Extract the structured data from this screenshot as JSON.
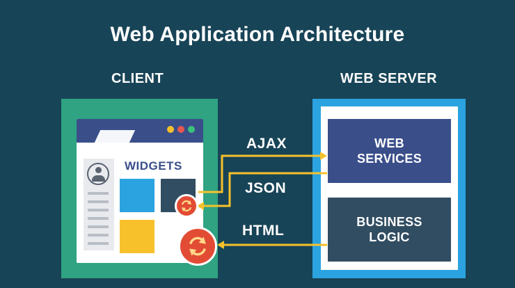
{
  "diagram": {
    "title": "Web Application Architecture",
    "client_label": "CLIENT",
    "server_label": "WEB SERVER",
    "widgets_label": "WIDGETS",
    "web_services_label": "WEB\nSERVICES",
    "business_logic_label": "BUSINESS\nLOGIC",
    "arrows": {
      "ajax": "AJAX",
      "json": "JSON",
      "html": "HTML"
    }
  },
  "colors": {
    "background": "#184457",
    "client_panel": "#2fa382",
    "server_panel": "#2aa3e0",
    "browser_bar": "#3a4f8a",
    "web_services_block": "#3a4f8a",
    "business_logic_block": "#314d62",
    "arrow": "#f6c12b",
    "refresh_icon": "#e24c34"
  },
  "icons": {
    "browser_dots": [
      "yellow-dot-icon",
      "red-dot-icon",
      "green-dot-icon"
    ],
    "avatar": "user-avatar-icon",
    "refresh": "refresh-icon"
  }
}
